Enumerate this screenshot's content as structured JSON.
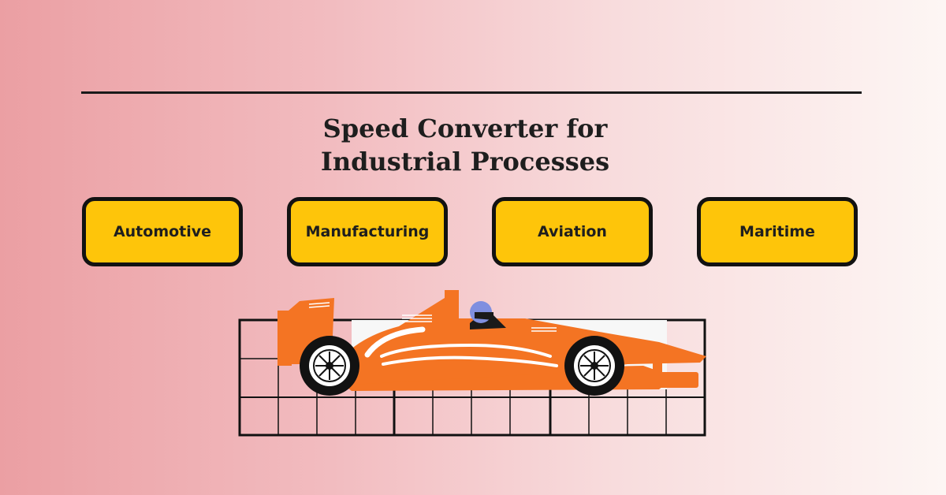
{
  "title": {
    "line1": "Speed Converter for",
    "line2": "Industrial Processes"
  },
  "categories": [
    {
      "label": "Automotive"
    },
    {
      "label": "Manufacturing"
    },
    {
      "label": "Aviation"
    },
    {
      "label": "Maritime"
    }
  ],
  "colors": {
    "background_left": "#eb9fa3",
    "background_right": "#fdf6f4",
    "button_fill": "#fec50a",
    "button_border": "#121212",
    "car_body": "#f47423",
    "helmet": "#7f8fe0"
  },
  "illustration": {
    "icon": "race-car-icon"
  }
}
